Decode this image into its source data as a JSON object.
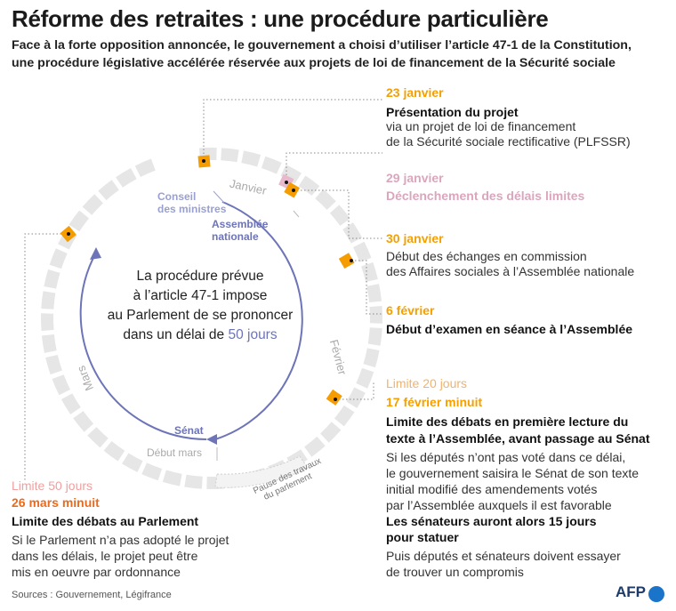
{
  "title": "Réforme des retraites : une procédure particulière",
  "subtitle_line1": "Face à la forte opposition annoncée, le gouvernement a choisi d’utiliser l’article 47-1 de la Constitution,",
  "subtitle_line2": "une procédure législative accélérée réservée aux projets de loi de financement de la Sécurité sociale",
  "center_text": {
    "line1": "La procédure prévue",
    "line2": "à l’article 47-1 impose",
    "line3": "au Parlement de se prononcer",
    "line4_prefix": "dans un délai de ",
    "line4_accent": "50 jours"
  },
  "ring_labels": {
    "janvier": "Janvier",
    "fevrier": "Février",
    "mars": "Mars",
    "debut_mars": "Début mars",
    "pause_line1": "Pause des travaux",
    "pause_line2": "du parlement"
  },
  "inner_labels": {
    "conseil_line1": "Conseil",
    "conseil_line2": "des ministres",
    "assemblee_line1": "Assemblée",
    "assemblee_line2": "nationale",
    "senat": "Sénat"
  },
  "events": [
    {
      "date": "23 janvier",
      "title": "Présentation du projet",
      "lines": [
        "via un projet de loi de financement",
        "de la Sécurité sociale rectificative (PLFSSR)"
      ]
    },
    {
      "date": "29 janvier",
      "title": "Déclenchement des délais limites"
    },
    {
      "date": "30 janvier",
      "lines": [
        "Début des échanges en commission",
        "des  Affaires sociales à l’Assemblée nationale"
      ]
    },
    {
      "date": "6 février",
      "title": "Début d’examen en séance à l’Assemblée"
    },
    {
      "limit": "Limite 20 jours",
      "date": "17 février minuit",
      "title_line1": "Limite des débats en première lecture du",
      "title_line2": "texte à l’Assemblée, avant passage au Sénat",
      "lines": [
        "Si les députés n’ont pas voté dans ce délai,",
        "le gouvernement saisira le Sénat de son texte",
        "initial modifié des amendements votés",
        "par l’Assemblée auxquels il est favorable"
      ],
      "bold_line1": "Les sénateurs auront alors 15 jours",
      "bold_line2": "pour statuer",
      "lines2": [
        "Puis députés et sénateurs doivent essayer",
        "de trouver un compromis"
      ]
    },
    {
      "limit": "Limite 50 jours",
      "date": "26 mars minuit",
      "title": "Limite des débats au Parlement",
      "lines": [
        "Si le Parlement n’a pas adopté le projet",
        "dans les délais, le projet peut être",
        "mis en oeuvre par ordonnance"
      ]
    }
  ],
  "source": "Sources : Gouvernement, Légifrance",
  "logo": "AFP",
  "colors": {
    "ring": "#e6e6e6",
    "marker": "#f59c00",
    "pink_marker": "#e8b8cc",
    "arrow": "#6d74b8",
    "date_orange": "#f5a000",
    "date_pink": "#dba6bd",
    "date_dark_orange": "#e86b1f"
  }
}
